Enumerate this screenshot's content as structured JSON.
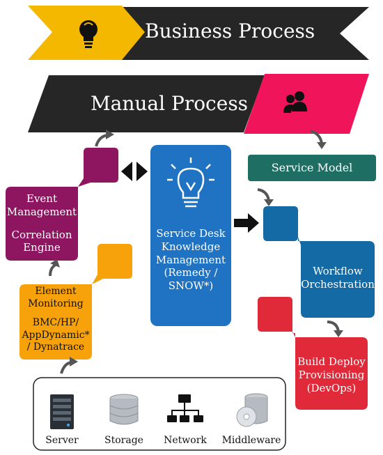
{
  "banners": {
    "business": "Business Process",
    "manual": "Manual Process"
  },
  "icons": {
    "business": "lightbulb-icon",
    "manual": "users-icon",
    "knowledge": "idea-lightbulb-icon"
  },
  "boxes": {
    "service_model": "Service Model",
    "event": [
      "Event",
      "Management",
      "",
      "Correlation",
      "Engine"
    ],
    "element": [
      "Element",
      "Monitoring",
      "",
      "BMC/HP/",
      "AppDynamic*",
      "/ Dynatrace"
    ],
    "knowledge": [
      "Service Desk",
      "Knowledge",
      "Management",
      "(Remedy /",
      "SNOW*)"
    ],
    "workflow": [
      "Workflow",
      "Orchestration"
    ],
    "build": [
      "Build Deploy",
      "Provisioning",
      "(DevOps)"
    ]
  },
  "infrastructure": [
    {
      "label": "Server",
      "icon": "server-icon"
    },
    {
      "label": "Storage",
      "icon": "storage-icon"
    },
    {
      "label": "Network",
      "icon": "network-icon"
    },
    {
      "label": "Middleware",
      "icon": "middleware-icon"
    }
  ],
  "colors": {
    "yellow": "#f5b800",
    "dark": "#262626",
    "pink": "#f0155a",
    "teal": "#1e6e63",
    "purple": "#8e1560",
    "orange": "#f7a20b",
    "blue": "#1f73c2",
    "navy": "#136aa5",
    "red": "#e02a3a"
  }
}
